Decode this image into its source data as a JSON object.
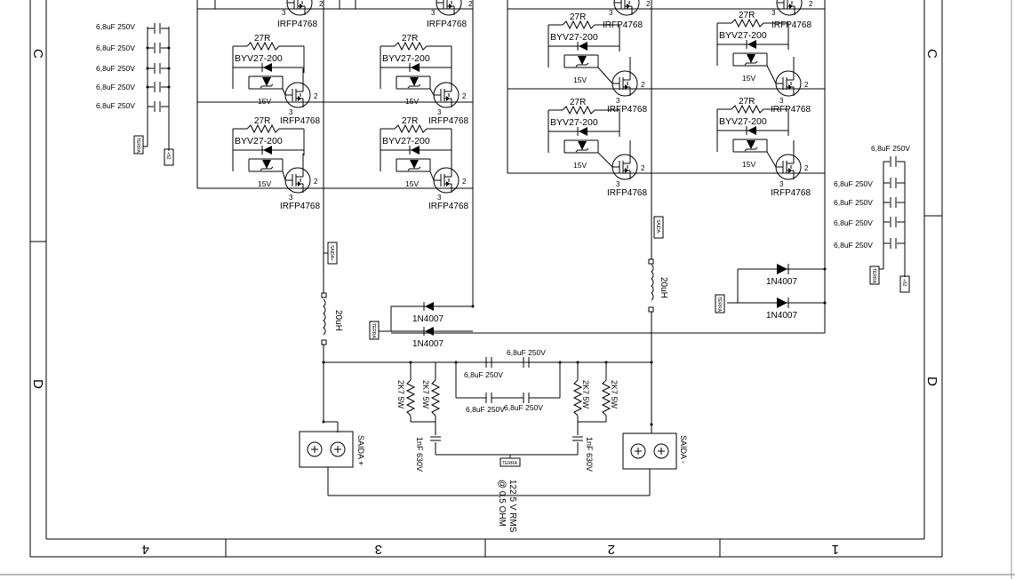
{
  "frame": {
    "row_labels": [
      "C",
      "D"
    ],
    "col_labels": [
      "4",
      "3",
      "2",
      "1"
    ]
  },
  "bank_left": {
    "caps": [
      "6,8uF 250V",
      "6,8uF 250V",
      "6,8uF 250V",
      "6,8uF 250V",
      "6,8uF 250V"
    ],
    "ground": "TERRA",
    "rail": "+82"
  },
  "bank_right": {
    "caps": [
      "6,8uF 250V",
      "6,8uF 250V",
      "6,8uF 250V",
      "6,8uF 250V",
      "6,8uF 250V"
    ],
    "ground": "TERRA",
    "rail": "+82"
  },
  "stage": {
    "resistor": "27R",
    "diode": "BYV27-200",
    "zener": "15V",
    "transistor": "IRFP4768",
    "pin2": "2",
    "pin3": "3"
  },
  "outputs": {
    "pos_coil": "20uH",
    "neg_coil": "20uH",
    "pos_tag": "SAIDA+",
    "neg_tag": "SAIDA-",
    "pos_terminal": "SAIDA +",
    "neg_terminal": "SAIDA -",
    "flyback_left": [
      "1N4007",
      "1N4007"
    ],
    "flyback_right": [
      "1N4007",
      "1N4007"
    ],
    "ground_tag": "TERRA"
  },
  "filter": {
    "caps": [
      "6,8uF 250V",
      "6,8uF 250V",
      "6,8uF 250V",
      "6,8uF 250V"
    ],
    "resistors": [
      "2K7 5W",
      "2K7 5W",
      "2K7 5W",
      "2K7 5W"
    ],
    "snubber": [
      "1nF 630V",
      "1nF 630V"
    ],
    "ground": "TERRA"
  },
  "spec": {
    "line1": "122,5 V RMS",
    "line2": "@ 0,5 OHM"
  }
}
